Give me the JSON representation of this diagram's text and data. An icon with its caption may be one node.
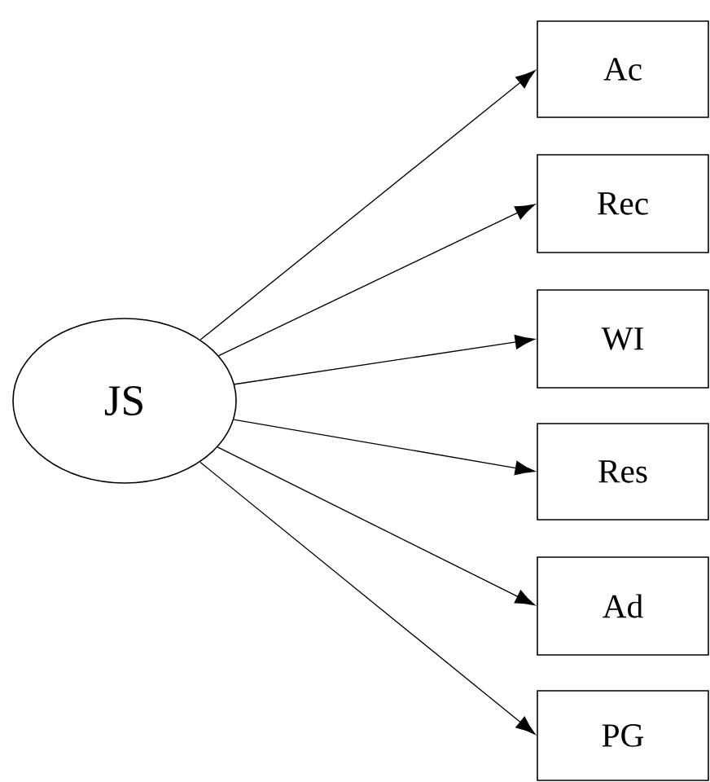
{
  "diagram": {
    "nodes": [
      {
        "text": [
          "JS"
        ]
      },
      {
        "text": [
          "Ac"
        ]
      },
      {
        "text": [
          "Rec"
        ]
      },
      {
        "text": [
          "WI"
        ]
      },
      {
        "text": [
          "Res"
        ]
      },
      {
        "text": [
          "Ad"
        ]
      },
      {
        "text": [
          "PG"
        ]
      }
    ],
    "edges": [
      {
        "from": 0,
        "to": 1,
        "arrow": "to"
      },
      {
        "from": 0,
        "to": 2,
        "arrow": "to"
      },
      {
        "from": 0,
        "to": 3,
        "arrow": "to"
      },
      {
        "from": 0,
        "to": 4,
        "arrow": "to"
      },
      {
        "from": 0,
        "to": 5,
        "arrow": "to"
      },
      {
        "from": 0,
        "to": 6,
        "arrow": "to"
      }
    ]
  }
}
